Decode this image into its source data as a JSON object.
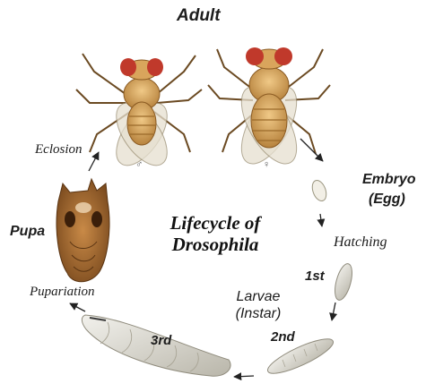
{
  "diagram": {
    "title_line1": "Lifecycle of",
    "title_line2": "Drosophila",
    "stages": {
      "adult": "Adult",
      "male_symbol": "♂",
      "female_symbol": "♀",
      "embryo": "Embryo",
      "egg": "(Egg)",
      "hatching": "Hatching",
      "first": "1st",
      "larvae": "Larvae",
      "instar": "(Instar)",
      "second": "2nd",
      "third": "3rd",
      "pupariation": "Pupariation",
      "pupa": "Pupa",
      "eclosion": "Eclosion"
    },
    "colors": {
      "fly_body": "#d9a55c",
      "fly_eye": "#c0392b",
      "wing": "#e6e0d0",
      "pupa": "#a0622d",
      "larva": "#d9d6cc",
      "arrow": "#222222"
    }
  }
}
